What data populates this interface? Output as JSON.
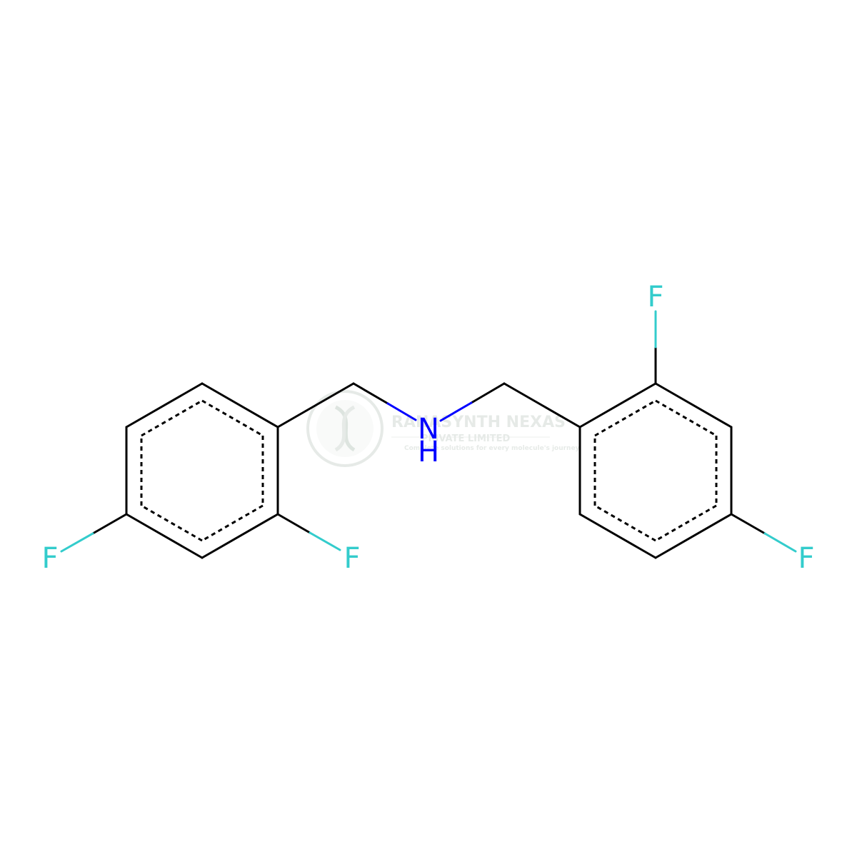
{
  "colors": {
    "bond": "#000000",
    "nitrogen": "#0000FF",
    "fluorine": "#33CCCC",
    "watermark": "#B8C4BC"
  },
  "atoms": {
    "nitrogen": "N",
    "hydrogen": "H",
    "fluorine": "F"
  },
  "watermark": {
    "line1": "RANASYNTH NEXAS",
    "line2": "PRIVATE LIMITED",
    "tagline": "Complete solutions for every molecule's journey"
  }
}
